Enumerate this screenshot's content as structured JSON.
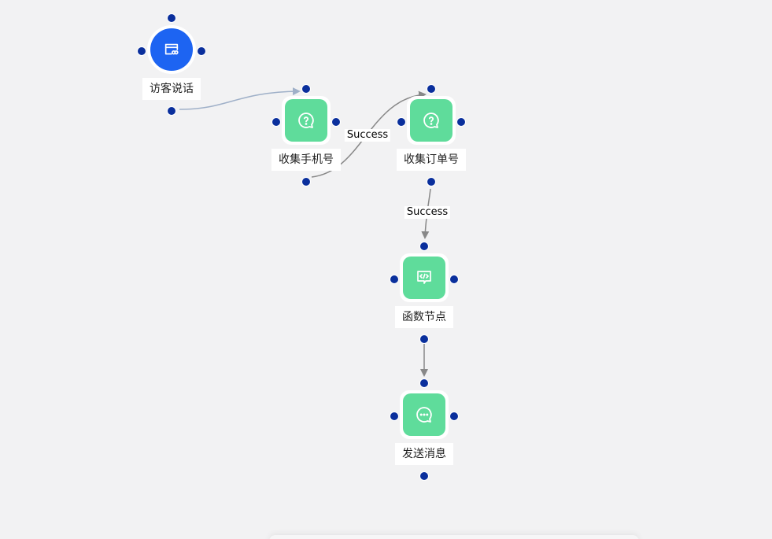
{
  "nodes": [
    {
      "id": "visitor",
      "label": "访客说话",
      "kind": "start",
      "icon": "form-link-icon",
      "color": "#1d64f2"
    },
    {
      "id": "phone",
      "label": "收集手机号",
      "kind": "question",
      "icon": "question-bubble-icon",
      "color": "#5fdc9b"
    },
    {
      "id": "order",
      "label": "收集订单号",
      "kind": "question",
      "icon": "question-bubble-icon",
      "color": "#5fdc9b"
    },
    {
      "id": "func",
      "label": "函数节点",
      "kind": "function",
      "icon": "code-bubble-icon",
      "color": "#5fdc9b"
    },
    {
      "id": "send",
      "label": "发送消息",
      "kind": "message",
      "icon": "chat-bubble-icon",
      "color": "#5fdc9b"
    }
  ],
  "edges": [
    {
      "from": "visitor",
      "to": "phone",
      "label": ""
    },
    {
      "from": "phone",
      "to": "order",
      "label": "Success"
    },
    {
      "from": "order",
      "to": "func",
      "label": "Success"
    },
    {
      "from": "func",
      "to": "send",
      "label": ""
    }
  ],
  "colors": {
    "canvas_bg": "#f2f2f3",
    "port": "#0a2f9c",
    "edge_first": "#9fb0c8",
    "edge": "#888888"
  }
}
